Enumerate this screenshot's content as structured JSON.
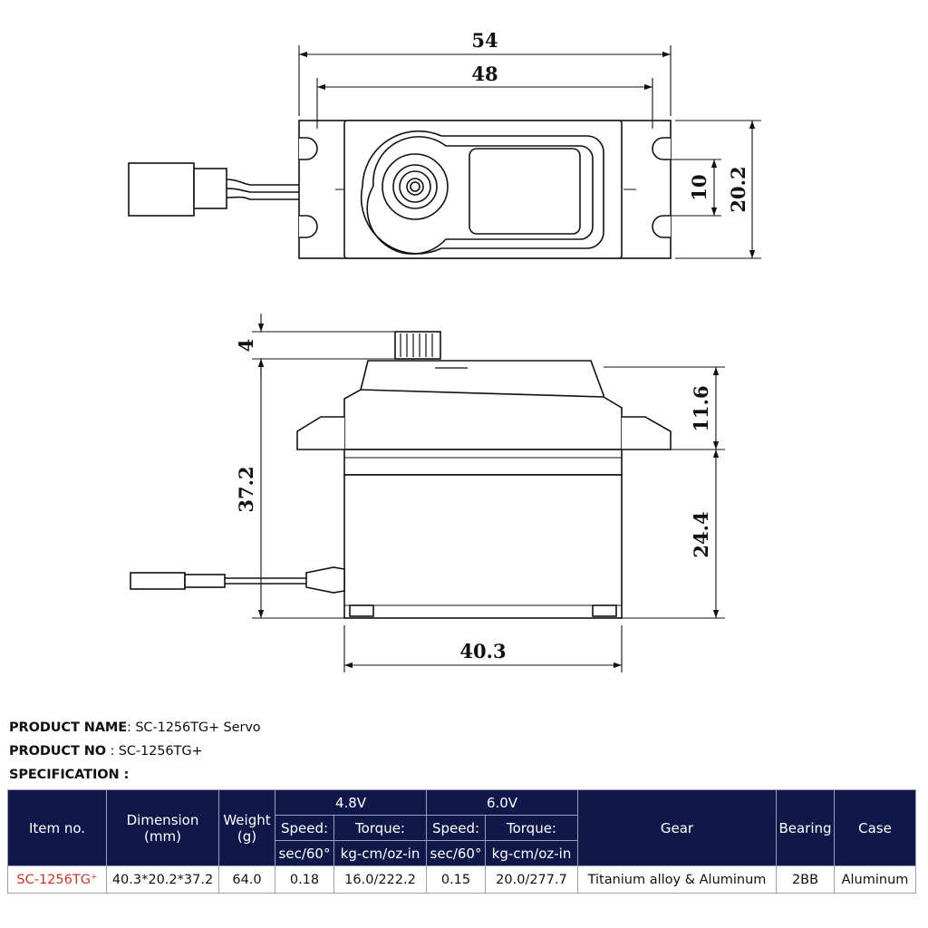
{
  "drawing": {
    "dims": {
      "total_width": "54",
      "hole_spacing": "48",
      "hole_gap": "10",
      "flange_height": "20.2",
      "spline_height": "4",
      "top_height": "11.6",
      "total_height": "37.2",
      "body_height": "24.4",
      "body_length": "40.3"
    }
  },
  "product": {
    "name_label": "PRODUCT NAME",
    "name_value": "SC-1256TG+ Servo",
    "no_label": "PRODUCT NO",
    "no_value": "SC-1256TG+",
    "spec_label": "SPECIFICATION :"
  },
  "table": {
    "headers": {
      "item": "Item no.",
      "dimension": "Dimension",
      "dimension_unit": "(mm)",
      "weight": "Weight",
      "weight_unit": "(g)",
      "v48": "4.8V",
      "v60": "6.0V",
      "speed": "Speed:",
      "torque": "Torque:",
      "speed_unit": "sec/60°",
      "torque_unit": "kg-cm/oz-in",
      "gear": "Gear",
      "bearing": "Bearing",
      "case": "Case"
    },
    "row": {
      "item": "SC-1256TG⁺",
      "dimension": "40.3*20.2*37.2",
      "weight": "64.0",
      "speed48": "0.18",
      "torque48": "16.0/222.2",
      "speed60": "0.15",
      "torque60": "20.0/277.7",
      "gear": "Titanium alloy & Aluminum",
      "bearing": "2BB",
      "case": "Aluminum"
    }
  }
}
